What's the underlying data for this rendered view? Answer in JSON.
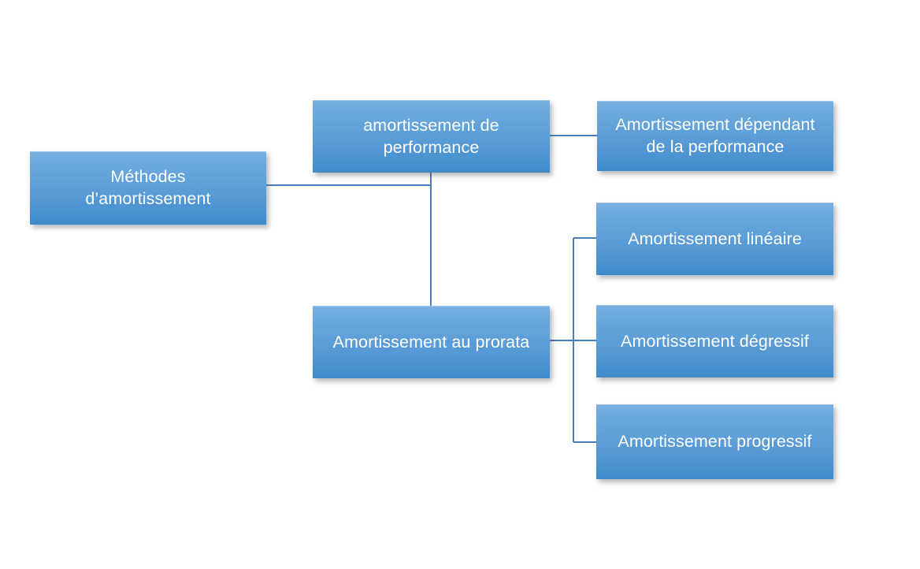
{
  "diagram": {
    "title_text": "",
    "colors": {
      "box_gradient_top": "#79B0E0",
      "box_gradient_bottom": "#3E8CCC",
      "box_text": "#FFFFFF",
      "connector_line": "#4A7EBB",
      "background": "#FFFFFF"
    },
    "nodes": [
      {
        "id": "root",
        "label": "Méthodes\nd’amortissement",
        "line1": "Méthodes",
        "line2": "d’amortissement"
      },
      {
        "id": "perf",
        "label": "amortissement de\nperformance",
        "line1": "amortissement de",
        "line2": "performance"
      },
      {
        "id": "dependant",
        "label": "Amortissement dépendant\nde la performance",
        "line1": "Amortissement dépendant",
        "line2": "de la performance"
      },
      {
        "id": "prorata",
        "label": "Amortissement au prorata",
        "line1": "Amortissement au prorata",
        "line2": ""
      },
      {
        "id": "lineaire",
        "label": "Amortissement linéaire",
        "line1": "Amortissement linéaire",
        "line2": ""
      },
      {
        "id": "degressif",
        "label": "Amortissement dégressif",
        "line1": "Amortissement dégressif",
        "line2": ""
      },
      {
        "id": "progressif",
        "label": "Amortissement progressif",
        "line1": "Amortissement progressif",
        "line2": ""
      }
    ],
    "edges": [
      {
        "from": "root",
        "to": "perf"
      },
      {
        "from": "root",
        "to": "prorata"
      },
      {
        "from": "perf",
        "to": "dependant"
      },
      {
        "from": "prorata",
        "to": "lineaire"
      },
      {
        "from": "prorata",
        "to": "degressif"
      },
      {
        "from": "prorata",
        "to": "progressif"
      }
    ]
  }
}
